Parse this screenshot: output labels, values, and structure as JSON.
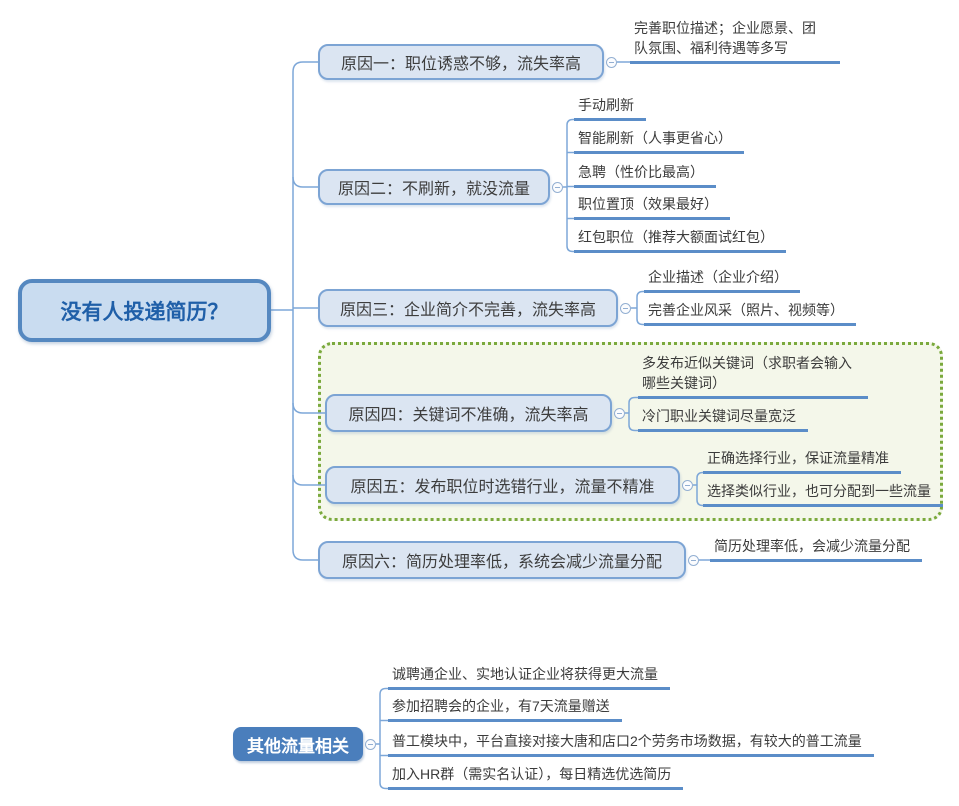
{
  "root": {
    "label": "没有人投递简历？"
  },
  "branches": [
    {
      "label": "原因一：职位诱惑不够，流失率高",
      "children": [
        "完善职位描述；企业愿景、团队氛围、福利待遇等多写"
      ]
    },
    {
      "label": "原因二：不刷新，就没流量",
      "children": [
        "手动刷新",
        "智能刷新（人事更省心）",
        "急聘（性价比最高）",
        "职位置顶（效果最好）",
        "红包职位（推荐大额面试红包）"
      ]
    },
    {
      "label": "原因三：企业简介不完善，流失率高",
      "children": [
        "企业描述（企业介绍）",
        "完善企业风采（照片、视频等）"
      ]
    },
    {
      "label": "原因四：关键词不准确，流失率高",
      "children": [
        "多发布近似关键词（求职者会输入哪些关键词）",
        "冷门职业关键词尽量宽泛"
      ]
    },
    {
      "label": "原因五：发布职位时选错行业，流量不精准",
      "children": [
        "正确选择行业，保证流量精准",
        "选择类似行业，也可分配到一些流量"
      ]
    },
    {
      "label": "原因六：简历处理率低，系统会减少流量分配",
      "children": [
        "简历处理率低，会减少流量分配"
      ]
    }
  ],
  "other": {
    "label": "其他流量相关",
    "children": [
      "诚聘通企业、实地认证企业将获得更大流量",
      "参加招聘会的企业，有7天流量赠送",
      "普工模块中，平台直接对接大唐和店口2个劳务市场数据，有较大的普工流量",
      "加入HR群（需实名认证），每日精选优选简历"
    ]
  },
  "colors": {
    "connector": "#7da7d8",
    "leaf_underline": "#5b8dc8",
    "node_fill": "#dbe5f2",
    "node_border": "#7ca4d4",
    "root_fill": "#c9dcf0",
    "root_border": "#5588c0",
    "root_text": "#1f5fa8",
    "other_fill": "#4a7ebc",
    "boundary_border": "#7aa93c",
    "boundary_fill": "#f4f7ea"
  }
}
